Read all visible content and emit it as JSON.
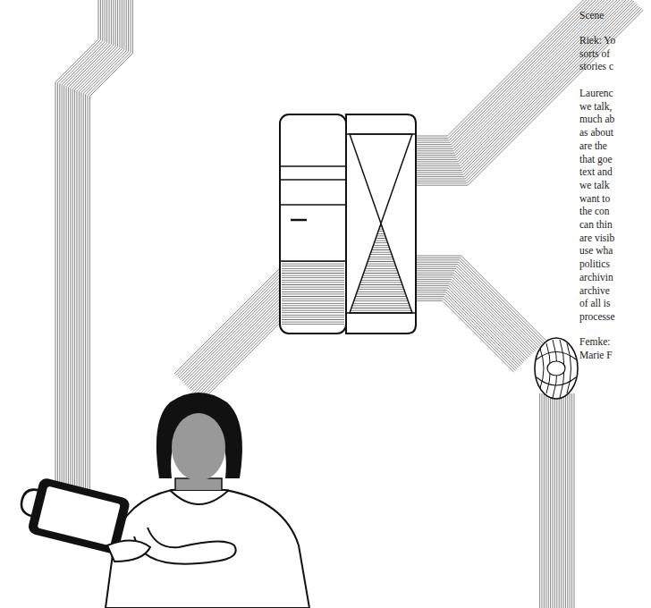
{
  "diagram": {
    "labels": [
      "Scene",
      "Riek: Yo",
      "sorts of",
      "stories c",
      "Laurenc",
      "we talk,",
      "much ab",
      "as about",
      "are the",
      "that goe",
      "text and",
      "we talk",
      "want to",
      "the con",
      "can thin",
      "are visib",
      "use wha",
      "politics",
      "archivin",
      "archive",
      "of all is",
      "processe",
      "Femke:",
      "Marie F"
    ]
  }
}
